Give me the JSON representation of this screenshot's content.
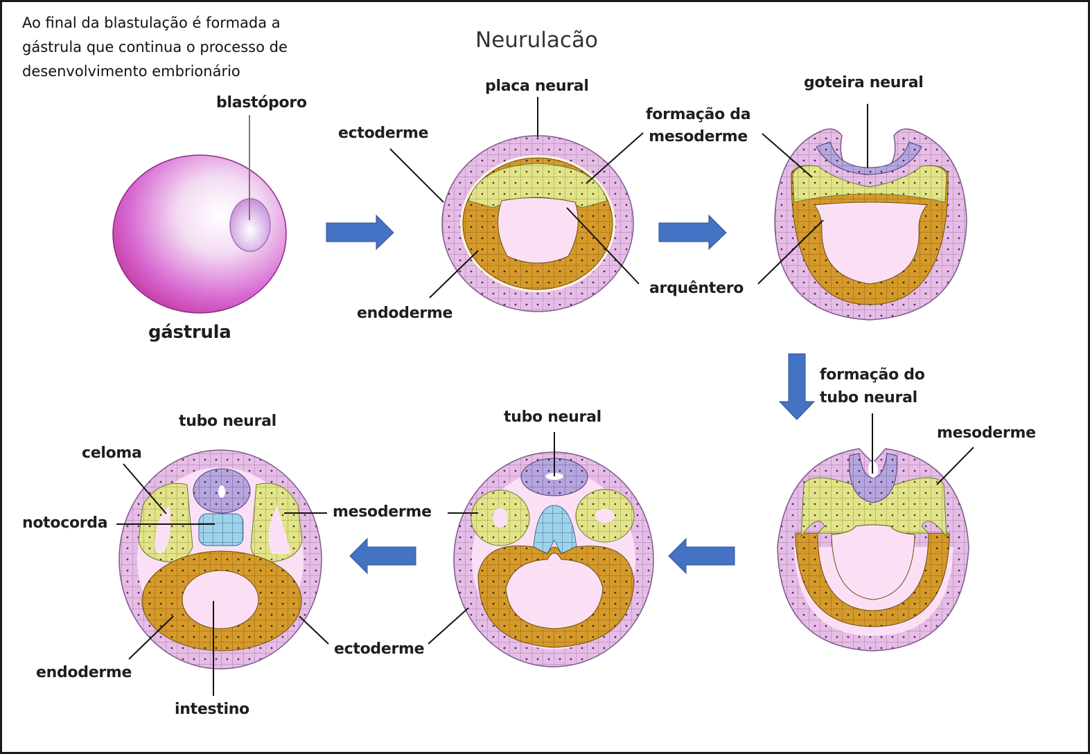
{
  "intro_text": "Ao final da blastulação é formada a\ngástrula  que continua o processo de\ndesenvolvimento embrionário",
  "title": "Neurulacão",
  "colors": {
    "ectoderm": "#e6bde6",
    "mesoderm": "#e3e38a",
    "endoderm": "#d59a2a",
    "neural": "#b7a6dd",
    "notochord": "#9fd3ec",
    "cavity": "#fbe0f5",
    "gastrula": "#c83fbf",
    "arrow": "#4472c4"
  },
  "stages": [
    {
      "id": "gastrula",
      "labels": {
        "blastoporo": "blastóporo",
        "name": "gástrula"
      }
    },
    {
      "id": "neural-plate",
      "labels": {
        "placa": "placa neural",
        "ecto": "ectoderme",
        "meso": "formação  da\nmesoderme",
        "endo": "endoderme",
        "arq": "arquêntero"
      }
    },
    {
      "id": "neural-groove",
      "labels": {
        "goteira": "goteira neural"
      }
    },
    {
      "id": "neural-tube-formation",
      "labels": {
        "formacao": "formação do\ntubo neural",
        "meso": "mesoderme"
      }
    },
    {
      "id": "neural-tube",
      "labels": {
        "tubo": "tubo neural",
        "meso": "mesoderme",
        "ecto": "ectoderme"
      }
    },
    {
      "id": "final",
      "labels": {
        "tubo": "tubo neural",
        "celoma": "celoma",
        "notocorda": "notocorda",
        "endo": "endoderme",
        "intestino": "intestino"
      }
    }
  ],
  "arrows": [
    "right",
    "right",
    "down",
    "left",
    "left"
  ]
}
